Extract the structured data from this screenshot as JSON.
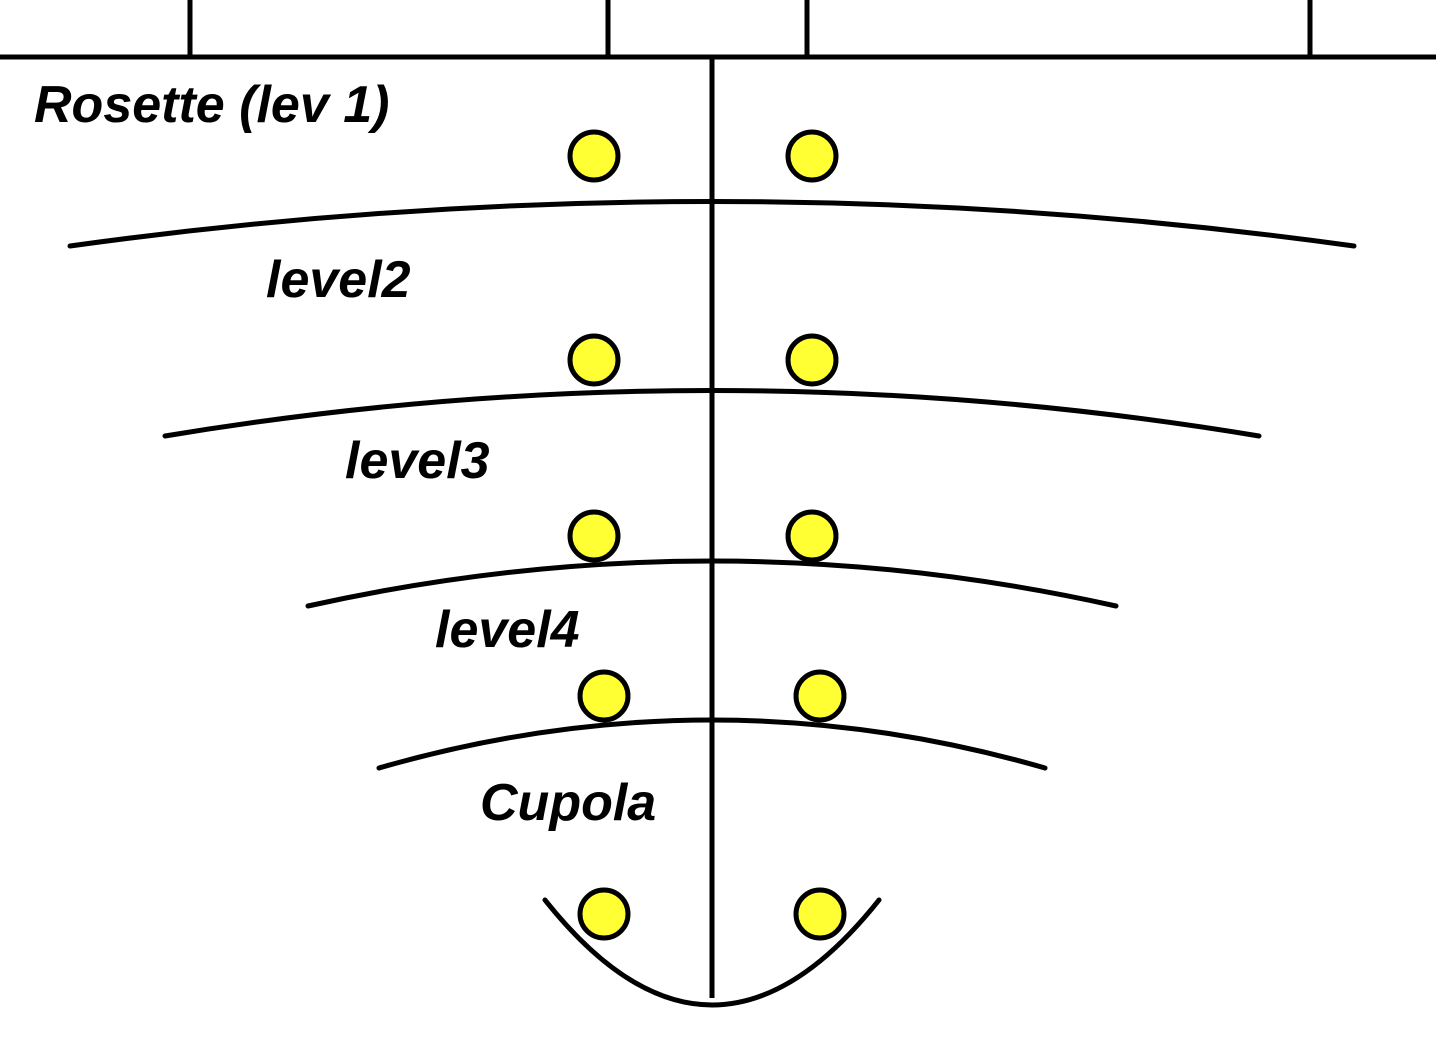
{
  "colors": {
    "line": "#000000",
    "node_fill": "#ffff33",
    "node_stroke": "#000000",
    "background": "#ffffff"
  },
  "labels": {
    "rosette": "Rosette (lev 1)",
    "level2": "level2",
    "level3": "level3",
    "level4": "level4",
    "cupola": "Cupola"
  },
  "icons": {
    "node": "yellow-circle"
  }
}
